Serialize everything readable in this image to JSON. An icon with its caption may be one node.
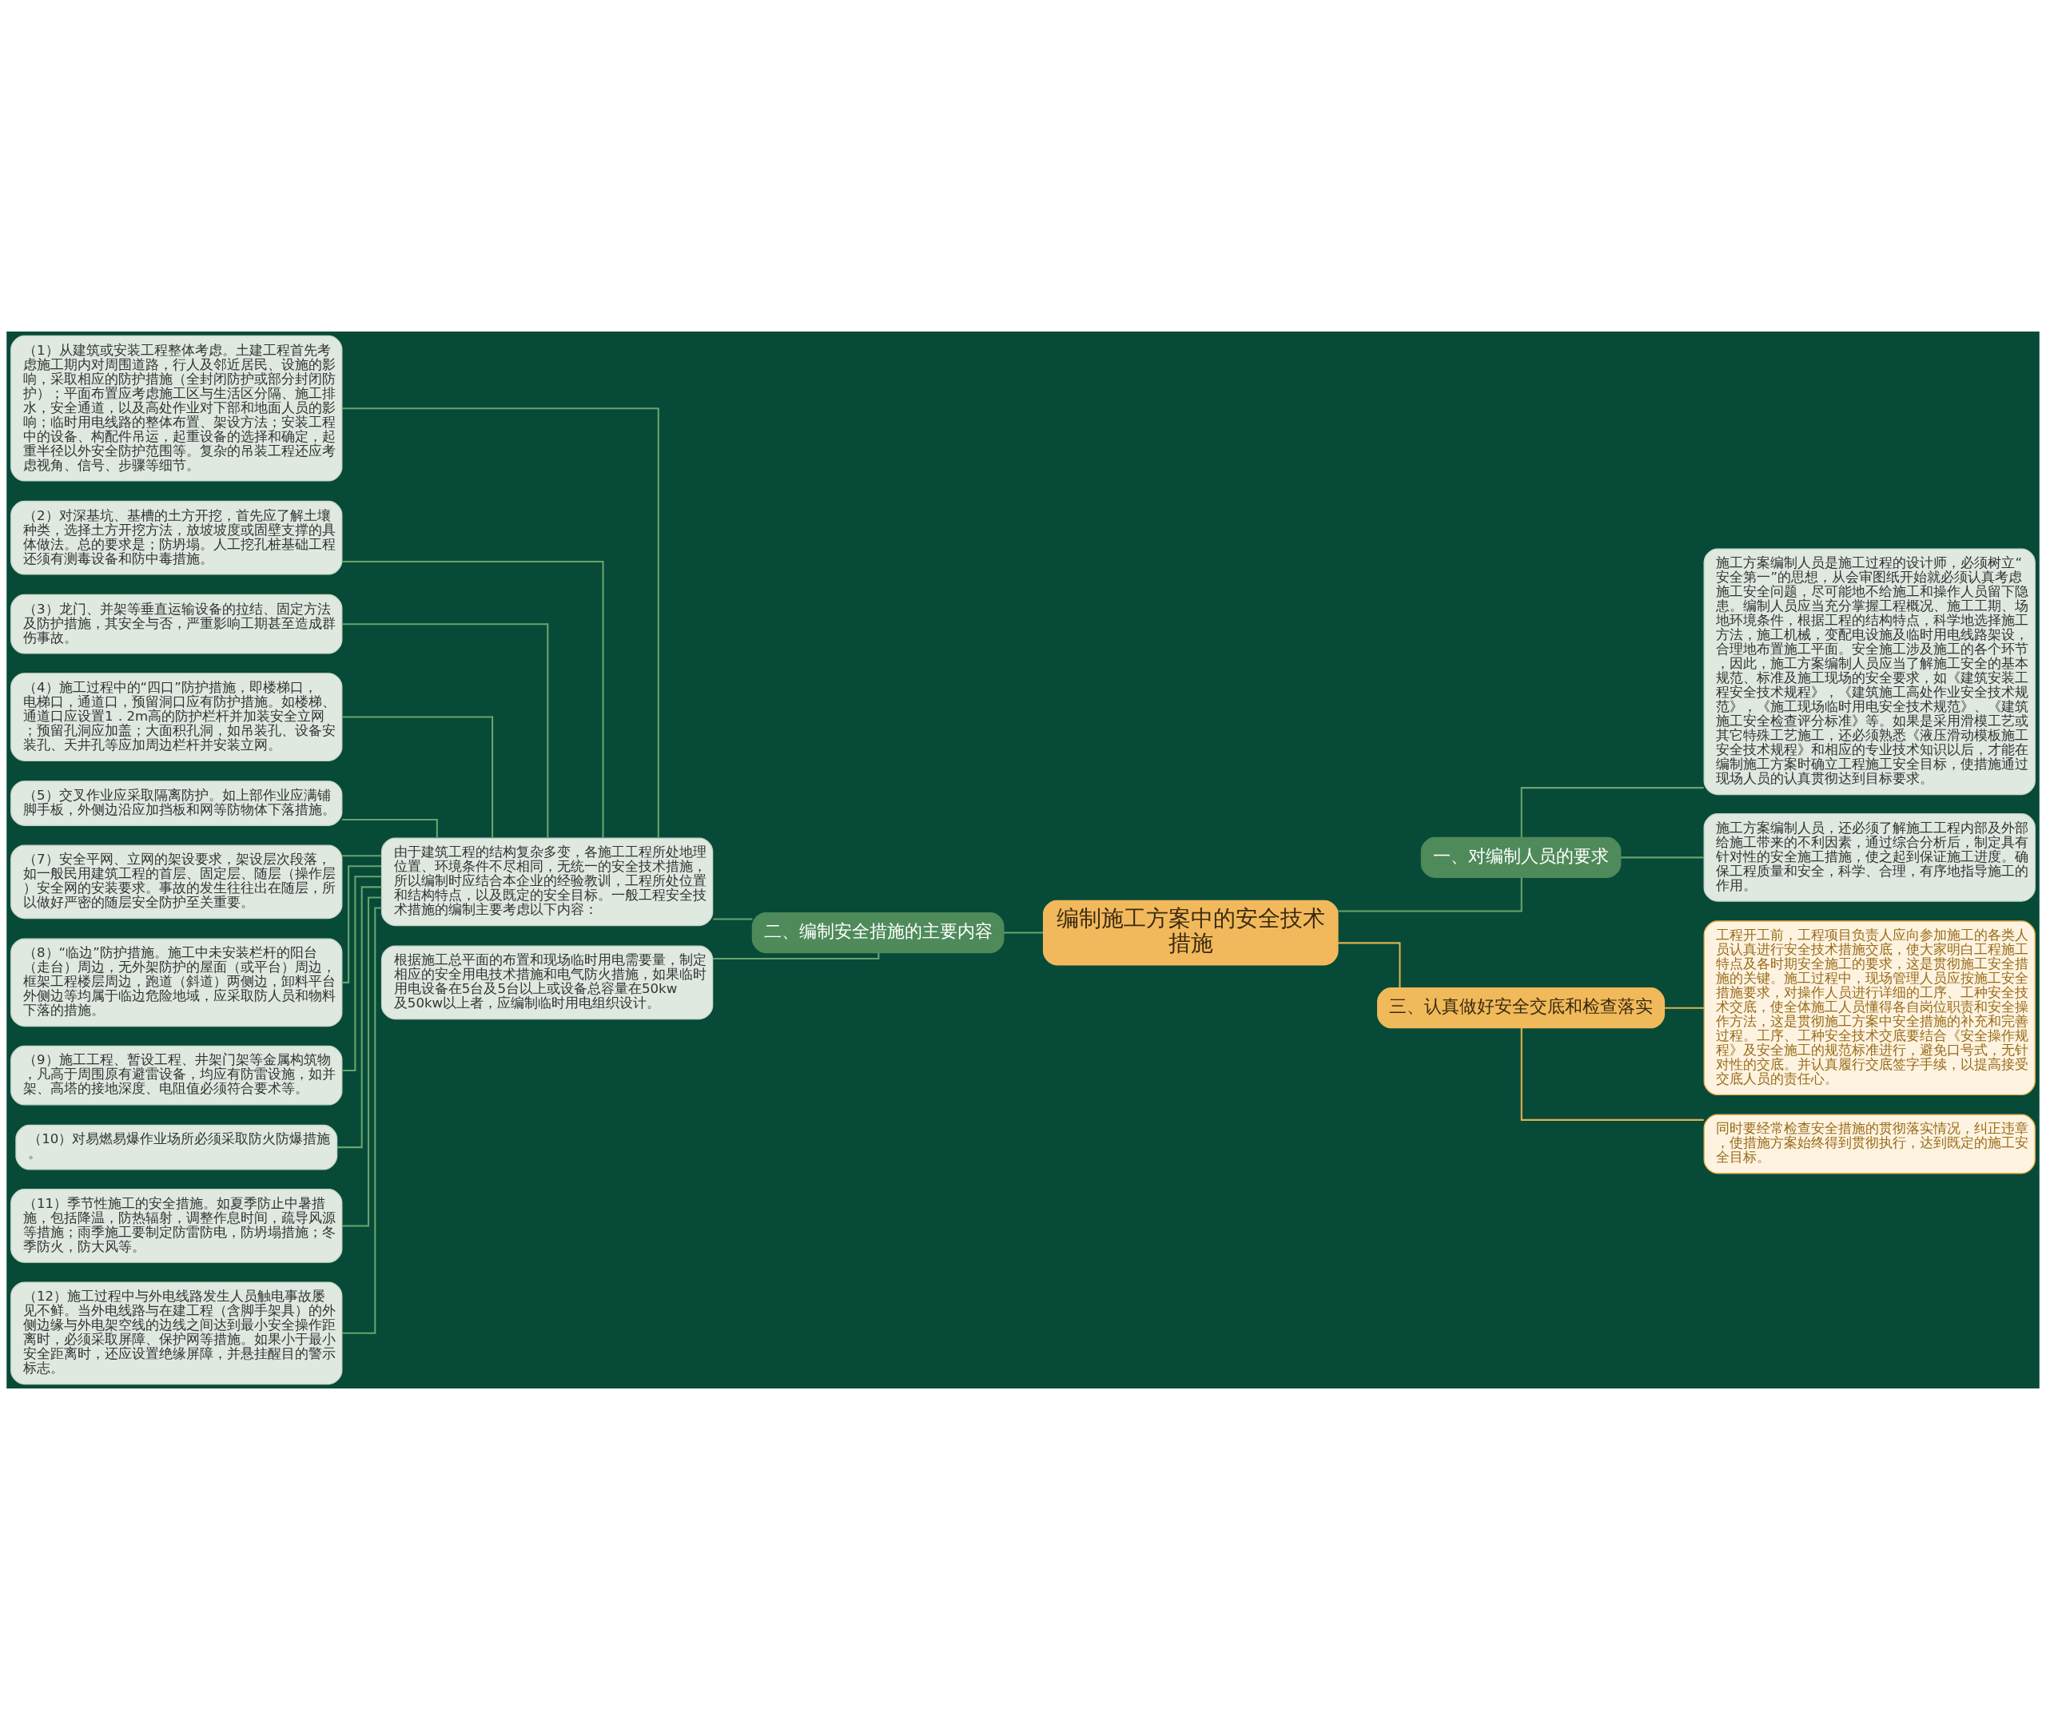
{
  "diagram": {
    "nodes": [
      {
        "text": [
          "编制施工方案中的安全技术措施"
        ]
      },
      {
        "text": [
          "一、对编制人员的要求"
        ]
      },
      {
        "text": [
          "施工方案编制人员是施工过程的设计师，必须树立“安全第一”的思想，从会审图纸开始就必须认真考虑施工安全问题，尽可能地不给施工和操作人员留下隐患。编制人员应当充分掌握工程概况、施工工期、场地环境条件，根据工程的结构特点，科学地选择施工方法，施工机械，变配电设施及临时用电线路架设，合理地布置施工平面。安全施工涉及施工的各个环节，因此，施工方案编制人员应当了解施工安全的基本规范、标准及施工现场的安全要求，如《建筑安装工程安全技术规程》，《建筑施工高处作业安全技术规范》，《施工现场临时用电安全技术规范》、《建筑施工安全检查评分标准》等。如果是采用滑模工艺或其它特殊工艺施工，还必须熟悉《液压滑动模板施工安全技术规程》和相应的专业技术知识以后，才能在编制施工方案时确立工程施工安全目标，使措施通过现场人员的认真贯彻达到目标要求。"
        ]
      },
      {
        "text": [
          "施工方案编制人员，还必须了解施工工程内部及外部给施工带来的不利因素，通过综合分析后，制定具有针对性的安全施工措施，使之起到保证施工进度。确保工程质量和安全，科学、合理，有序地指导施工的作用。"
        ]
      },
      {
        "text": [
          "二、编制安全措施的主要内容"
        ]
      },
      {
        "text": [
          "由于建筑工程的结构复杂多变，各施工工程所处地理位置、环境条件不尽相同，无统一的安全技术措施，所以编制时应结合本企业的经验教训，工程所处位置和结构特点，以及既定的安全目标。一般工程安全技术措施的编制主要考虑以下内容："
        ]
      },
      {
        "text": [
          "（1）从建筑或安装工程整体考虑。土建工程首先考虑施工期内对周围道路，行人及邻近居民、设施的影响，采取相应的防护措施（全封闭防护或部分封闭防护）；平面布置应考虑施工区与生活区分隔、施工排水，安全通道，以及高处作业对下部和地面人员的影响；临时用电线路的整体布置、架设方法；安装工程中的设备、构配件吊运，起重设备的选择和确定，起重半径以外安全防护范围等。复杂的吊装工程还应考虑视角、信号、步骤等细节。"
        ]
      },
      {
        "text": [
          "（2）对深基坑、基槽的土方开挖，首先应了解土壤种类，选择土方开挖方法，放坡坡度或固壁支撑的具体做法。总的要求是；防坍塌。人工挖孔桩基础工程还须有测毒设备和防中毒措施。"
        ]
      },
      {
        "text": [
          "（3）龙门、并架等垂直运输设备的拉结、固定方法及防护措施，其安全与否，严重影响工期甚至造成群伤事故。"
        ]
      },
      {
        "text": [
          "（4）施工过程中的“四口”防护措施，即楼梯口，电梯口，通道口，预留洞口应有防护措施。如楼梯、通道口应设置1．2m高的防护栏杆并加装安全立网；预留孔洞应加盖；大面积孔洞，如吊装孔、设备安装孔、天井孔等应加周边栏杆并安装立网。"
        ]
      },
      {
        "text": [
          "（5）交叉作业应采取隔离防护。如上部作业应满铺脚手板，外侧边沿应加挡板和网等防物体下落措施。"
        ]
      },
      {
        "text": [
          "（7）安全平网、立网的架设要求，架设层次段落，如一般民用建筑工程的首层、固定层、随层（操作层）安全网的安装要求。事故的发生往往出在随层，所以做好严密的随层安全防护至关重要。"
        ]
      },
      {
        "text": [
          "（8）“临边”防护措施。施工中未安装栏杆的阳台（走台）周边，无外架防护的屋面（或平台）周边，框架工程楼层周边，跑道（斜道）两侧边，卸料平台外侧边等均属于临边危险地域，应采取防人员和物料下落的措施。"
        ]
      },
      {
        "text": [
          "（9）施工工程、暂设工程、井架门架等金属构筑物，凡高于周围原有避雷设备，均应有防雷设施，如并架、高塔的接地深度、电阻值必须符合要术等。"
        ]
      },
      {
        "text": [
          "（10）对易燃易爆作业场所必须采取防火防爆措施。"
        ]
      },
      {
        "text": [
          "（11）季节性施工的安全措施。如夏季防止中暑措施，包括降温，防热辐射，调整作息时间，疏导风源等措施；雨季施工要制定防雷防电，防坍塌措施；冬季防火，防大风等。"
        ]
      },
      {
        "text": [
          "（12）施工过程中与外电线路发生人员触电事故屡见不鲜。当外电线路与在建工程（含脚手架具）的外侧边缘与外电架空线的边线之间达到最小安全操作距离时，必须采取屏障、保护网等措施。如果小于最小安全距离时，还应设置绝缘屏障，并悬挂醒目的警示标志。"
        ]
      },
      {
        "text": [
          "根据施工总平面的布置和现场临时用电需要量，制定相应的安全用电技术措施和电气防火措施，如果临时用电设备在5台及5台以上或设备总容量在50kw及50kw以上者，应编制临时用电组织设计。"
        ]
      },
      {
        "text": [
          "三、认真做好安全交底和检查落实"
        ]
      },
      {
        "text": [
          "工程开工前，工程项目负责人应向参加施工的各类人员认真进行安全技术措施交底，使大家明白工程施工特点及各时期安全施工的要求，这是贯彻施工安全措施的关键。施工过程中，现场管理人员应按施工安全措施要求，对操作人员进行详细的工序、工种安全技术交底，使全体施工人员懂得各自岗位职责和安全操作方法，这是贯彻施工方案中安全措施的补充和完善过程。工序、工种安全技术交底要结合《安全操作规程》及安全施工的规范标准进行，避免口号式，无针对性的交底。并认真履行交底签字手续，以提高接受交底人员的责任心。"
        ]
      },
      {
        "text": [
          "同时要经常检查安全措施的贯彻落实情况，纠正违章，使措施方案始终得到贯彻执行，达到既定的施工安全目标。"
        ]
      }
    ],
    "edges": [
      {
        "from": 0,
        "to": 1,
        "arrow": "none"
      },
      {
        "from": 1,
        "to": 2,
        "arrow": "none"
      },
      {
        "from": 1,
        "to": 3,
        "arrow": "none"
      },
      {
        "from": 0,
        "to": 4,
        "arrow": "none"
      },
      {
        "from": 4,
        "to": 5,
        "arrow": "none"
      },
      {
        "from": 5,
        "to": 6,
        "arrow": "none"
      },
      {
        "from": 5,
        "to": 7,
        "arrow": "none"
      },
      {
        "from": 5,
        "to": 8,
        "arrow": "none"
      },
      {
        "from": 5,
        "to": 9,
        "arrow": "none"
      },
      {
        "from": 5,
        "to": 10,
        "arrow": "none"
      },
      {
        "from": 5,
        "to": 11,
        "arrow": "none"
      },
      {
        "from": 5,
        "to": 12,
        "arrow": "none"
      },
      {
        "from": 5,
        "to": 13,
        "arrow": "none"
      },
      {
        "from": 5,
        "to": 14,
        "arrow": "none"
      },
      {
        "from": 5,
        "to": 15,
        "arrow": "none"
      },
      {
        "from": 5,
        "to": 16,
        "arrow": "none"
      },
      {
        "from": 4,
        "to": 17,
        "arrow": "none"
      },
      {
        "from": 0,
        "to": 18,
        "arrow": "none",
        "color": "#e0b050"
      },
      {
        "from": 18,
        "to": 19,
        "arrow": "none",
        "color": "#e0b050"
      },
      {
        "from": 18,
        "to": 20,
        "arrow": "none",
        "color": "#e0b050"
      }
    ]
  }
}
